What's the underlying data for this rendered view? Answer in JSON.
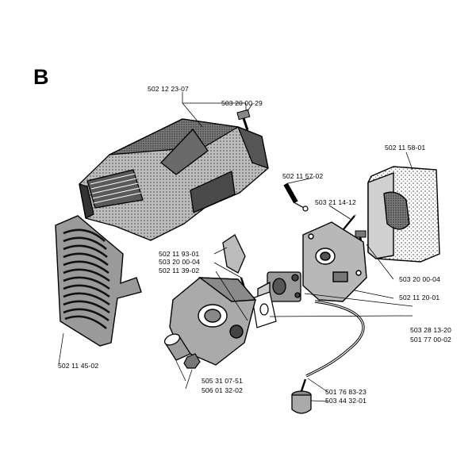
{
  "diagram": {
    "section_label": "B",
    "part_numbers": {
      "top_cover": "502 12 23-07",
      "cover_screw": "503 20 00-29",
      "air_filter": "502 11 58-01",
      "choke_rod": "502 11 57-02",
      "filter_holder_screw_long": "503 21 14-12",
      "intake_boot": "502 11 93-01",
      "screw_a": "503 20 00-04",
      "intake_gasket": "502 11 39-02",
      "filter_holder_screw_short": "503 20 00-04",
      "filter_holder": "502 11 20-01",
      "carburetor": "503 28 13-20",
      "carb_gasket": "501 77 00-02",
      "grille_cover": "502 11 45-02",
      "bushing": "505 31 07-51",
      "nut": "506 01 32-02",
      "fuel_hose": "501 76 83-23",
      "fuel_filter": "503 44 32-01"
    }
  }
}
